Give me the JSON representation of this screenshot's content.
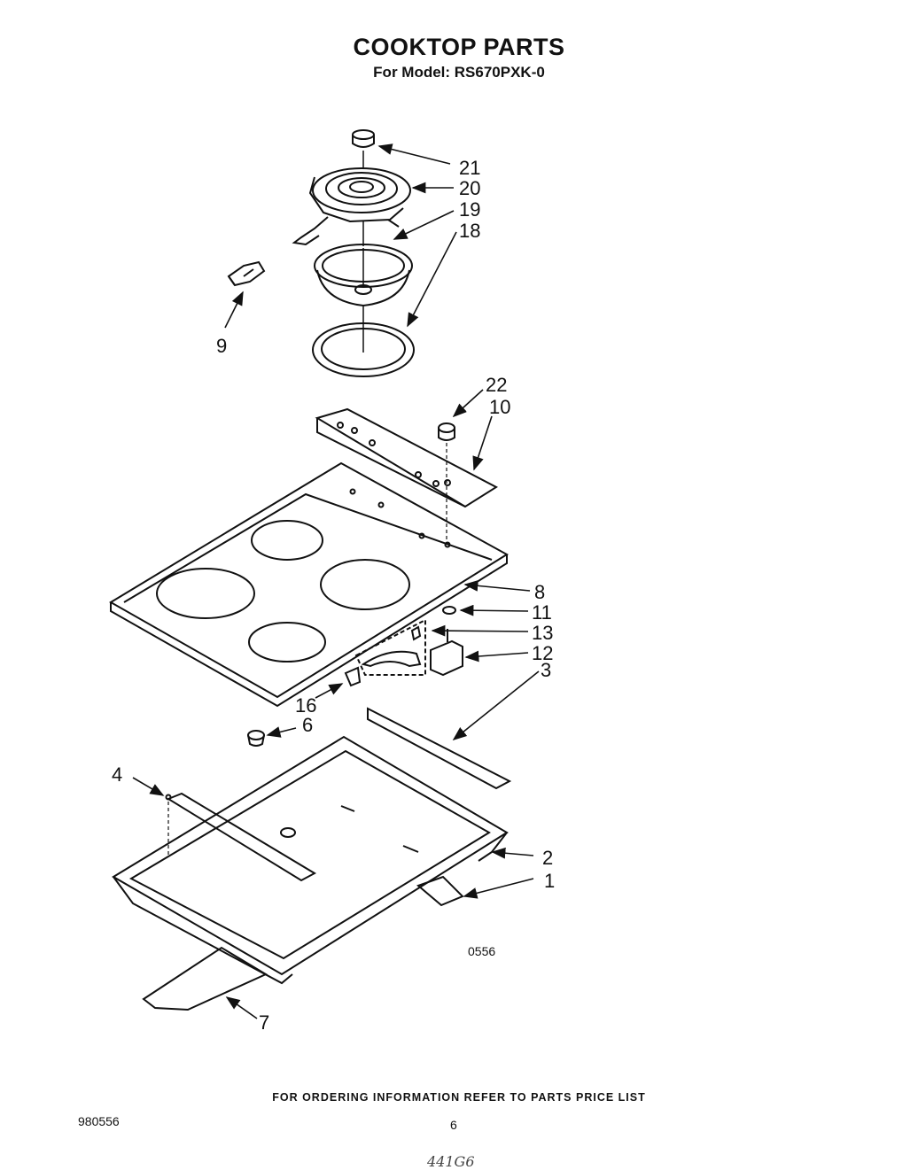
{
  "header": {
    "title": "COOKTOP PARTS",
    "subtitle": "For Model: RS670PXK-0"
  },
  "diagram": {
    "figure_code": "0556",
    "callouts": [
      "21",
      "20",
      "19",
      "18",
      "9",
      "22",
      "10",
      "8",
      "11",
      "13",
      "12",
      "3",
      "16",
      "6",
      "4",
      "2",
      "1",
      "7"
    ]
  },
  "footer": {
    "ordering_note": "FOR ORDERING INFORMATION REFER TO PARTS PRICE LIST",
    "document_number": "980556",
    "page_number": "6",
    "handwritten_note": "441G6"
  }
}
